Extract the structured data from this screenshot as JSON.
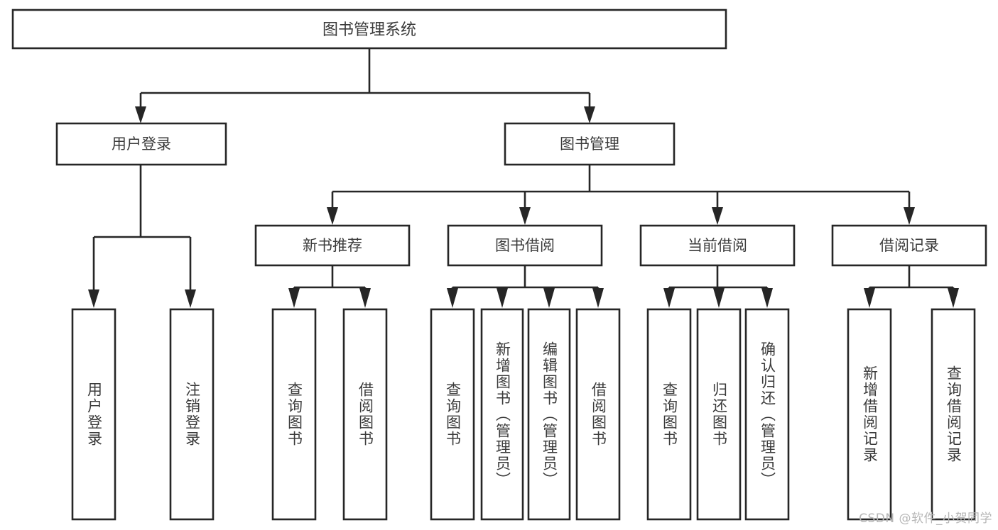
{
  "diagram": {
    "type": "tree-hierarchy-chart",
    "title": "图书管理系统",
    "orientation": "top-down",
    "line_color": "#262626",
    "text_color": "#3a3a3a",
    "background_color": "#ffffff",
    "root": {
      "id": "root",
      "label": "图书管理系统",
      "level": 0
    },
    "level1": [
      {
        "id": "user-login",
        "label": "用户登录",
        "level": 1
      },
      {
        "id": "book-manage",
        "label": "图书管理",
        "level": 1
      }
    ],
    "level2": [
      {
        "id": "new-book-rec",
        "label": "新书推荐",
        "level": 2,
        "parent": "book-manage"
      },
      {
        "id": "book-borrow",
        "label": "图书借阅",
        "level": 2,
        "parent": "book-manage"
      },
      {
        "id": "current-borrow",
        "label": "当前借阅",
        "level": 2,
        "parent": "book-manage"
      },
      {
        "id": "borrow-record",
        "label": "借阅记录",
        "level": 2,
        "parent": "book-manage"
      }
    ],
    "leaves": [
      {
        "id": "leaf-user-login",
        "label": "用户登录",
        "parent": "user-login"
      },
      {
        "id": "leaf-user-logout",
        "label": "注销登录",
        "parent": "user-login"
      },
      {
        "id": "leaf-query-book-1",
        "label": "查询图书",
        "parent": "new-book-rec"
      },
      {
        "id": "leaf-borrow-book-1",
        "label": "借阅图书",
        "parent": "new-book-rec"
      },
      {
        "id": "leaf-query-book-2",
        "label": "查询图书",
        "parent": "book-borrow"
      },
      {
        "id": "leaf-add-book",
        "label": "新增图书（管理员）",
        "parent": "book-borrow"
      },
      {
        "id": "leaf-edit-book",
        "label": "编辑图书（管理员）",
        "parent": "book-borrow"
      },
      {
        "id": "leaf-borrow-book-2",
        "label": "借阅图书",
        "parent": "book-borrow"
      },
      {
        "id": "leaf-query-book-3",
        "label": "查询图书",
        "parent": "current-borrow"
      },
      {
        "id": "leaf-return-book",
        "label": "归还图书",
        "parent": "current-borrow"
      },
      {
        "id": "leaf-confirm-return",
        "label": "确认归还（管理员）",
        "parent": "current-borrow"
      },
      {
        "id": "leaf-add-record",
        "label": "新增借阅记录",
        "parent": "borrow-record"
      },
      {
        "id": "leaf-query-record",
        "label": "查询借阅记录",
        "parent": "borrow-record"
      }
    ]
  },
  "watermark": {
    "text": "CSDN @软件_小贺同学"
  }
}
